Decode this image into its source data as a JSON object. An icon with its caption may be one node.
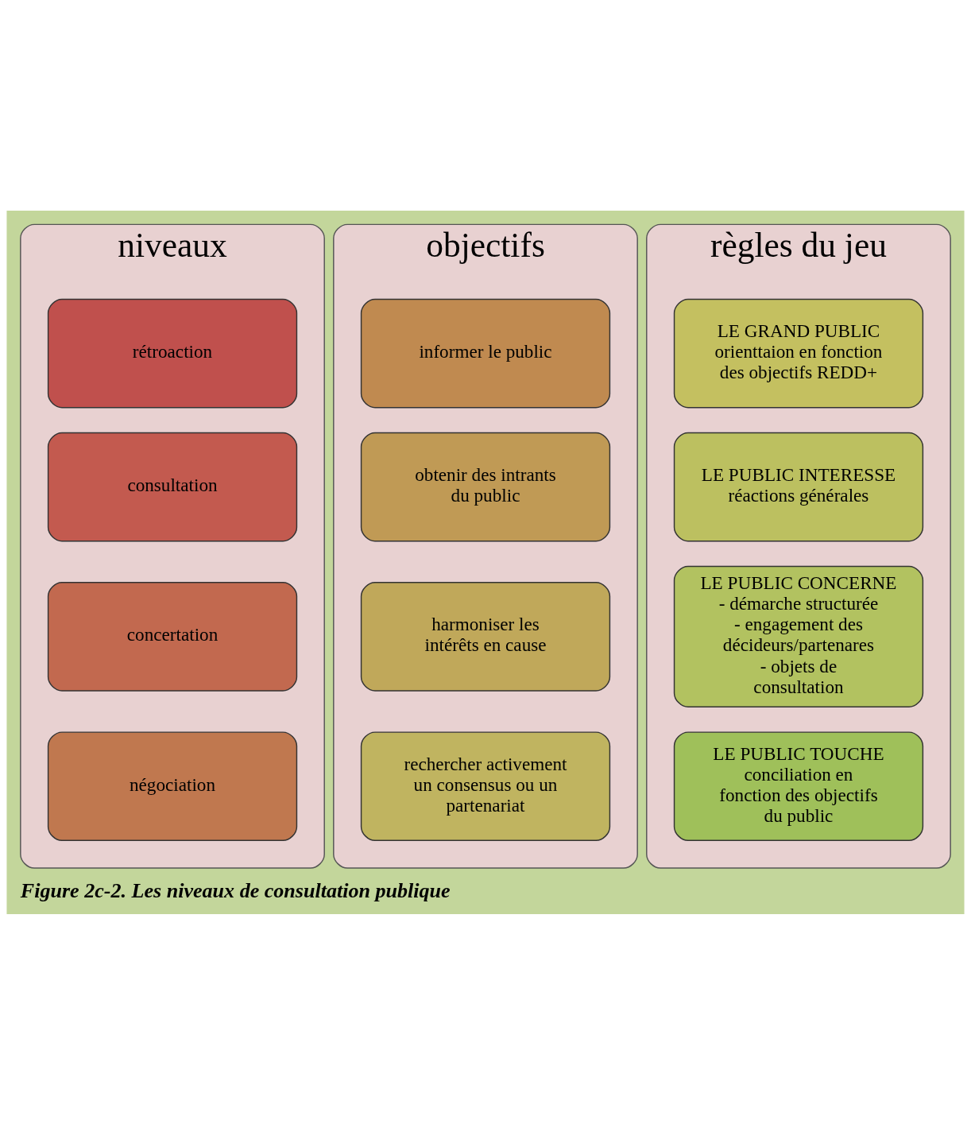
{
  "diagram": {
    "caption": "Figure 2c-2. Les niveaux de consultation publique",
    "nodes": [
      {
        "text": [
          "niveaux"
        ]
      },
      {
        "text": [
          "rétroaction"
        ],
        "in": 0
      },
      {
        "text": [
          "consultation"
        ],
        "in": 0
      },
      {
        "text": [
          "concertation"
        ],
        "in": 0
      },
      {
        "text": [
          "négociation"
        ],
        "in": 0
      },
      {
        "text": [
          "objectifs"
        ]
      },
      {
        "text": [
          "informer le public"
        ],
        "in": 5
      },
      {
        "text": [
          "obtenir des intrants du public"
        ],
        "in": 5
      },
      {
        "text": [
          "harmoniser les intérêts en cause"
        ],
        "in": 5
      },
      {
        "text": [
          "rechercher activement un consensus ou un partenariat"
        ],
        "in": 5
      },
      {
        "text": [
          "règles du jeu"
        ]
      },
      {
        "text": [
          "LE GRAND PUBLIC",
          "orienttaion en fonction des objectifs REDD+"
        ],
        "in": 10
      },
      {
        "text": [
          "LE PUBLIC INTERESSE",
          "réactions générales"
        ],
        "in": 10
      },
      {
        "text": [
          "LE PUBLIC CONCERNE",
          "- démarche structurée",
          "- engagement des décideurs/partenares",
          "- objets de consultation"
        ],
        "in": 10
      },
      {
        "text": [
          "LE PUBLIC TOUCHE",
          "conciliation en fonction des objectifs du public"
        ],
        "in": 10
      }
    ]
  }
}
